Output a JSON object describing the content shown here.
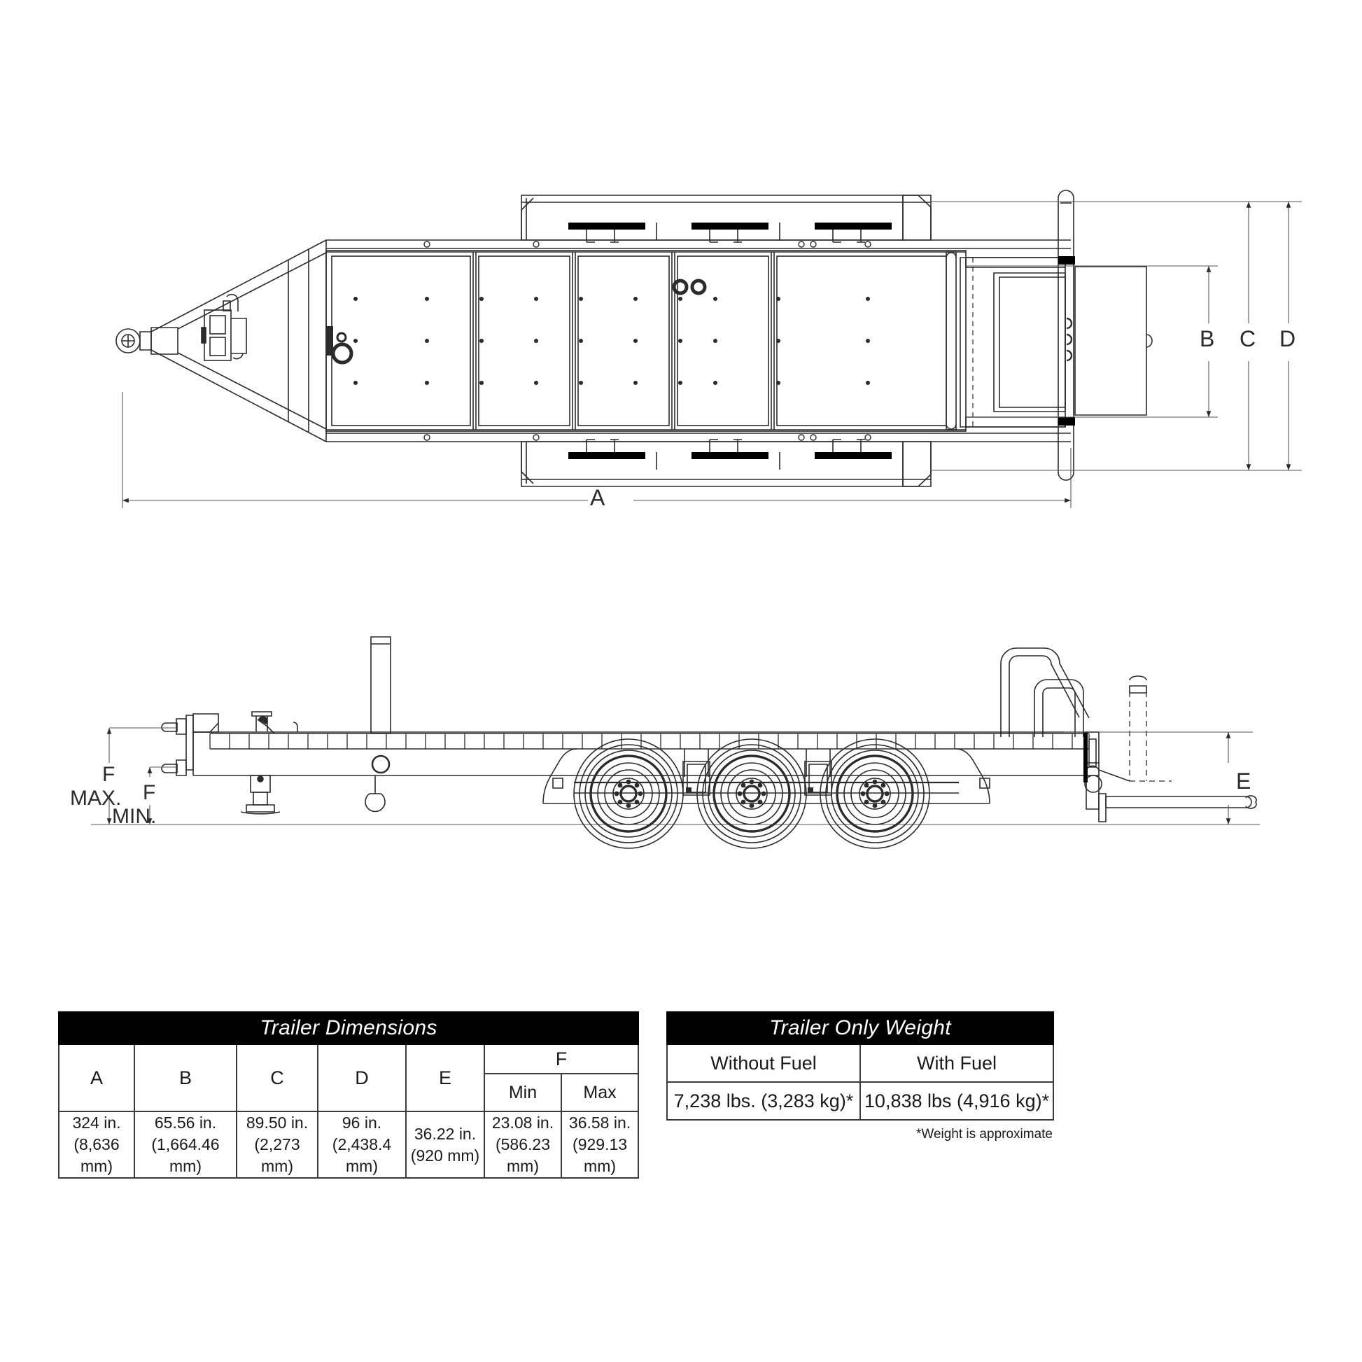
{
  "drawing": {
    "title": "Trailer dimension drawing",
    "views": [
      {
        "name": "plan-view",
        "label": ""
      },
      {
        "name": "side-view",
        "label": ""
      }
    ],
    "callouts": {
      "a": "A",
      "b": "B",
      "c": "C",
      "d": "D",
      "e": "E",
      "f_max_letter": "F",
      "f_max_word": "MAX.",
      "f_min_letter": "F",
      "f_min_word": "MIN."
    }
  },
  "dimensions_table": {
    "title": "Trailer Dimensions",
    "headers": [
      "A",
      "B",
      "C",
      "D",
      "E",
      "F"
    ],
    "f_subheaders": [
      "Min",
      "Max"
    ],
    "values": [
      {
        "letter": "A",
        "in": "324 in.",
        "mm": "(8,636 mm)"
      },
      {
        "letter": "B",
        "in": "65.56 in.",
        "mm": "(1,664.46 mm)"
      },
      {
        "letter": "C",
        "in": "89.50 in.",
        "mm": "(2,273 mm)"
      },
      {
        "letter": "D",
        "in": "96 in.",
        "mm": "(2,438.4 mm)"
      },
      {
        "letter": "E",
        "in": "36.22 in.",
        "mm": "(920 mm)"
      },
      {
        "letter": "F-Min",
        "in": "23.08 in.",
        "mm": "(586.23 mm)"
      },
      {
        "letter": "F-Max",
        "in": "36.58 in.",
        "mm": "(929.13 mm)"
      }
    ]
  },
  "weight_table": {
    "title": "Trailer Only Weight",
    "headers": [
      "Without Fuel",
      "With Fuel"
    ],
    "values": [
      "7,238 lbs. (3,283 kg)*",
      "10,838 lbs (4,916 kg)*"
    ],
    "footnote": "*Weight is approximate"
  },
  "colors": {
    "line": "#2b2b2b",
    "thin_line": "#555555",
    "fill_dark": "#000000",
    "background": "#ffffff",
    "table_border": "#3a3a3a",
    "table_header_bg": "#000000",
    "table_header_fg": "#ffffff"
  }
}
